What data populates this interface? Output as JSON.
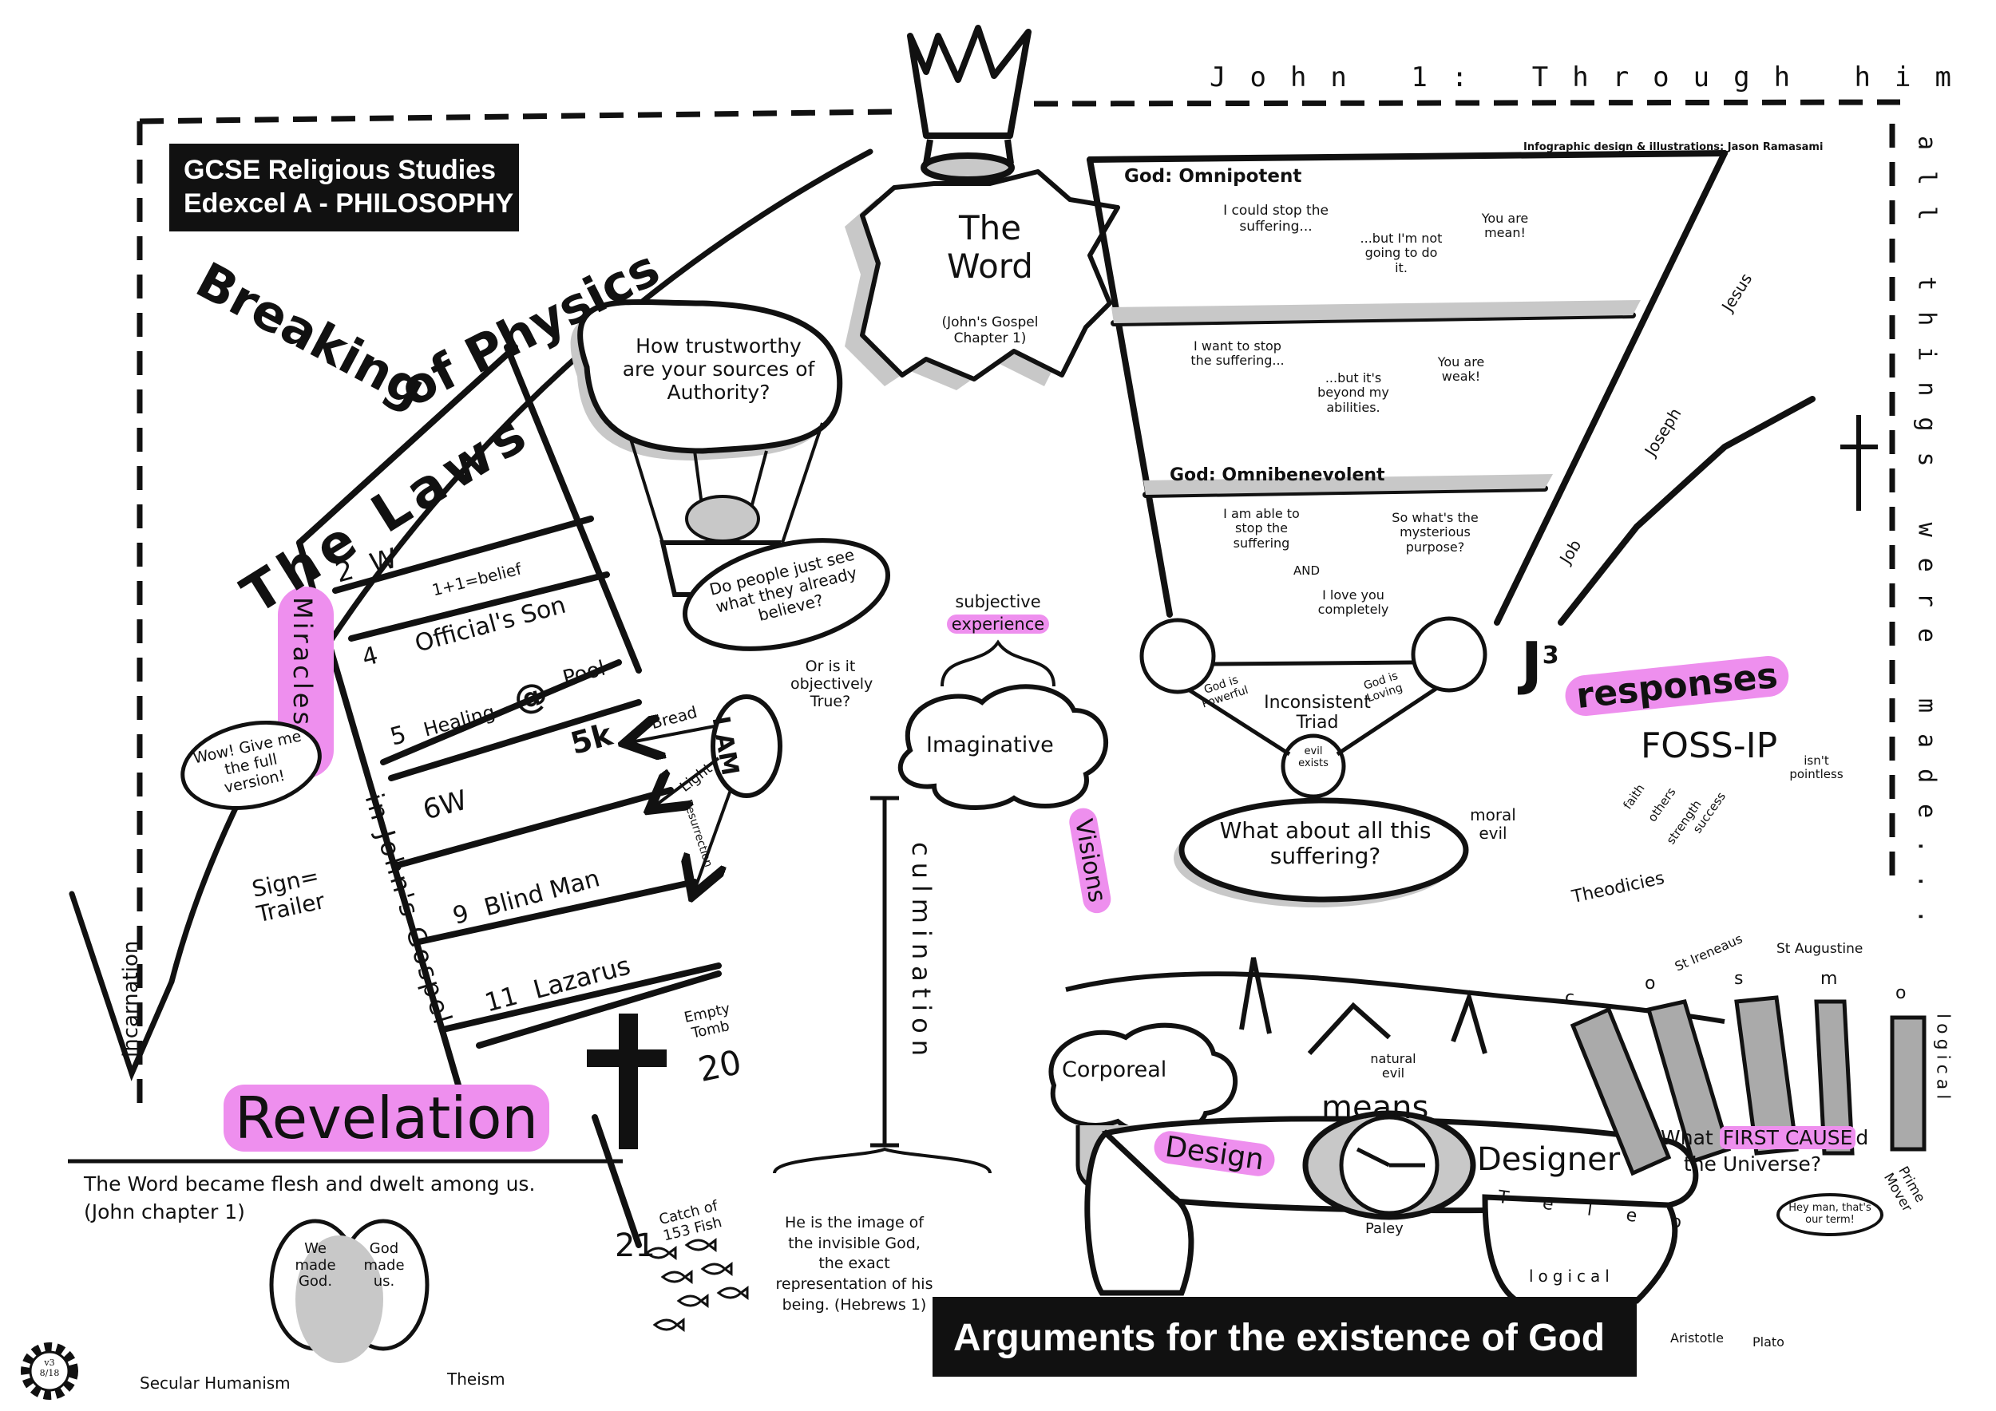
{
  "header": {
    "title_line1": "GCSE Religious Studies",
    "title_line2": "Edexcel A - PHILOSOPHY",
    "credit": "Infographic design & illustrations: Jason Ramasami",
    "version_line1": "v3",
    "version_line2": "8/18"
  },
  "border_quote": {
    "top": "John 1: Through him",
    "right": "all things were made..."
  },
  "word_burst": {
    "title_line1": "The",
    "title_line2": "Word",
    "sub_line1": "(John's Gospel",
    "sub_line2": "Chapter 1)"
  },
  "left_panel": {
    "breaking": "Breaking",
    "of_physics": "of Physics",
    "laws": "The Laws",
    "miracles_vertical": "Miracles",
    "in_johns_gospel": "in John's Gospel",
    "incarnation": "incarnation",
    "wow_bubble": "Wow! Give me the full version!",
    "sign_line1": "Sign=",
    "sign_line2": "Trailer",
    "belief_note": "1+1=belief",
    "signs": [
      {
        "num": "2",
        "label": "W"
      },
      {
        "num": "4",
        "label": "Official's Son"
      },
      {
        "num": "5",
        "label": "Healing"
      },
      {
        "num": "",
        "label": "Pool"
      },
      {
        "num": "6",
        "label": "W"
      },
      {
        "num": "",
        "label": "5k"
      },
      {
        "num": "9",
        "label": "Blind Man"
      },
      {
        "num": "11",
        "label": "Lazarus"
      }
    ],
    "bread": "Bread",
    "light": "Light",
    "resurrection": "Resurrection",
    "i_am": "I AM",
    "empty_tomb": "Empty Tomb",
    "num_20": "20",
    "num_21": "21",
    "catch": "Catch of 153 Fish",
    "revelation": "Revelation",
    "word_flesh_line1": "The Word became flesh and dwelt among us.",
    "word_flesh_line2": "(John chapter 1)",
    "we_made_god": "We made God.",
    "god_made_us": "God made us.",
    "secular_humanism": "Secular Humanism",
    "theism": "Theism"
  },
  "middle_panel": {
    "balloon": "How trustworthy are your sources of Authority?",
    "see_believe": "Do people just see what they already believe?",
    "objectively": "Or is it objectively True?",
    "subjective_line1": "subjective",
    "subjective_line2": "experience",
    "imaginative": "Imaginative",
    "visions": "Visions",
    "corporeal": "Corporeal",
    "culmination": "culmination",
    "hebrews": "He is the image of the invisible God, the exact representation of his being. (Hebrews 1)"
  },
  "suffering_panel": {
    "omnipotent": "God: Omnipotent",
    "could_stop": "I could stop the suffering...",
    "not_going": "...but I'm not going to do it.",
    "you_are_mean": "You are mean!",
    "want_to_stop": "I want to stop the suffering...",
    "beyond": "...but it's beyond my abilities.",
    "you_are_weak": "You are weak!",
    "omnibenevolent": "God: Omnibenevolent",
    "able_to_stop": "I am able to stop the suffering",
    "and": "AND",
    "love_you": "I love you completely",
    "mysterious": "So what's the mysterious purpose?",
    "god_powerful": "God is Powerful",
    "god_loving": "God is Loving",
    "inconsistent": "Inconsistent",
    "triad": "Triad",
    "evil_exists": "evil exists",
    "what_about": "What about all this suffering?",
    "moral_evil": "moral evil",
    "natural_evil": "natural evil",
    "theodicies": "Theodicies",
    "st_ireneaus": "St Ireneaus",
    "st_augustine": "St Augustine"
  },
  "responses_panel": {
    "jesus": "Jesus",
    "joseph": "Joseph",
    "job": "Job",
    "j3": "J",
    "j3_sup": "3",
    "responses": "responses",
    "foss_ip": "FOSS-IP",
    "faith": "faith",
    "others": "others",
    "strength": "strength",
    "success": "success",
    "isnt_pointless": "isn't pointless"
  },
  "arguments_panel": {
    "means": "means",
    "design": "Design",
    "designer": "Designer",
    "paley": "Paley",
    "teleo_letters": "T e l e o",
    "logical_bottom": "logical",
    "cosmo_letters": [
      "c",
      "o",
      "s",
      "m",
      "o"
    ],
    "logical_right": "logical",
    "first_cause_pre": "What",
    "first_cause": "FIRST CAUSE",
    "first_cause_post": "d",
    "the_universe": "the Universe?",
    "prime_mover": "Prime Mover",
    "hey_man": "Hey man, that's our term!",
    "aristotle": "Aristotle",
    "plato": "Plato",
    "banner": "Arguments for the existence of God"
  },
  "colors": {
    "ink": "#111111",
    "highlight": "#ee8fee",
    "shadow": "#c8c8c8",
    "paper": "#ffffff"
  }
}
